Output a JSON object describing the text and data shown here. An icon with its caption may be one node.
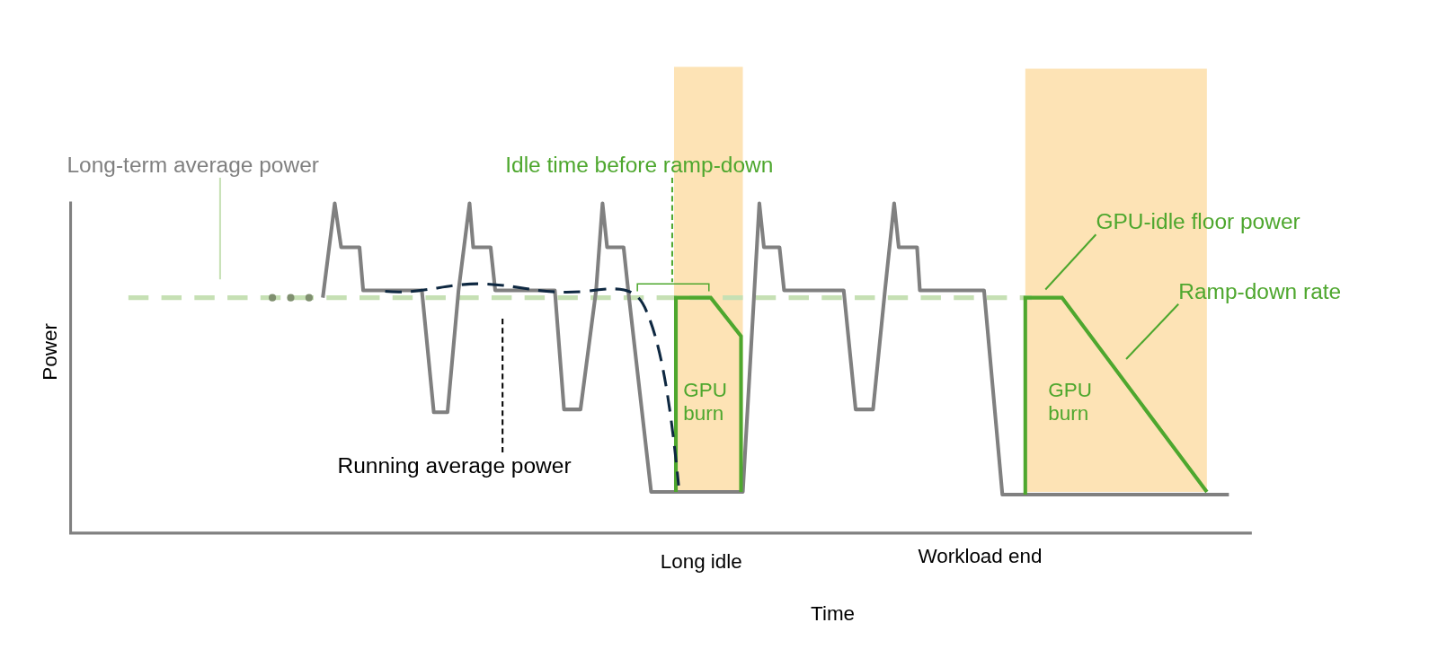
{
  "diagram": {
    "nodes": [
      {
        "text": [
          "Long-term average power"
        ]
      },
      {
        "text": [
          "Idle time before ramp-down"
        ]
      },
      {
        "text": [
          "GPU-idle floor power"
        ]
      },
      {
        "text": [
          "Ramp-down rate"
        ]
      },
      {
        "text": [
          "Running average power"
        ]
      },
      {
        "text": [
          "GPU burn"
        ]
      },
      {
        "text": [
          "GPU burn"
        ]
      }
    ],
    "edges": [
      {
        "from": 0,
        "to": null,
        "arrow": "none",
        "color": "#c6e0b4"
      },
      {
        "from": 1,
        "to": 5,
        "arrow": "none",
        "style": "dashed"
      },
      {
        "from": 2,
        "to": 6,
        "arrow": "none"
      },
      {
        "from": 3,
        "to": 6,
        "arrow": "none"
      },
      {
        "from": 4,
        "to": null,
        "arrow": "none",
        "style": "dashed",
        "color": "#000000"
      }
    ],
    "labels": [
      "Power",
      "Long idle",
      "Workload end",
      "Time"
    ]
  }
}
